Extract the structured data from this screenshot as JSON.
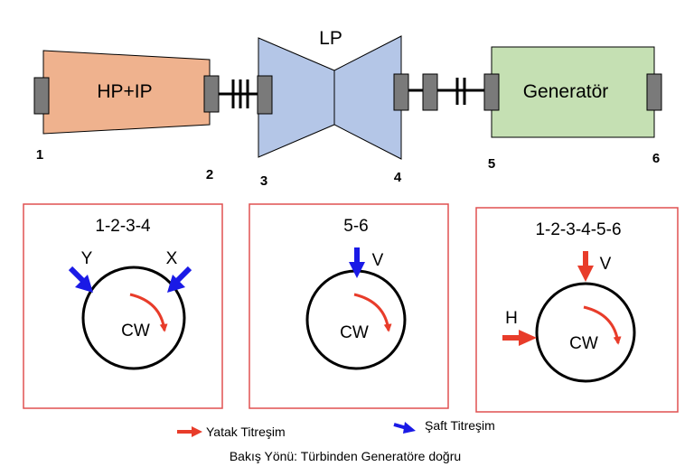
{
  "turbine": {
    "hp_ip_label": "HP+IP",
    "lp_label": "LP",
    "generator_label": "Generatör",
    "bearing_numbers": [
      "1",
      "2",
      "3",
      "4",
      "5",
      "6"
    ]
  },
  "panels": [
    {
      "title": "1-2-3-4",
      "rotation_label": "CW",
      "arrow_labels": [
        "Y",
        "X"
      ],
      "arrow_colors": [
        "#1a1ae6",
        "#1a1ae6"
      ]
    },
    {
      "title": "5-6",
      "rotation_label": "CW",
      "arrow_labels": [
        "V"
      ],
      "arrow_colors": [
        "#1a1ae6"
      ]
    },
    {
      "title": "1-2-3-4-5-6",
      "rotation_label": "CW",
      "arrow_labels": [
        "V",
        "H"
      ],
      "arrow_colors": [
        "#e83c2a",
        "#e83c2a"
      ]
    }
  ],
  "legend": {
    "bearing_label": "Yatak Titreşim",
    "shaft_label": "Şaft Titreşim",
    "view_direction": "Bakış Yönü: Türbinden Generatöre doğru"
  },
  "colors": {
    "hp_ip_fill": "#efb28e",
    "lp_fill": "#b4c6e7",
    "generator_fill": "#c5e0b3",
    "bearing_fill": "#7a7a7a",
    "panel_border": "#e05050",
    "bearing_vibration": "#e83c2a",
    "shaft_vibration": "#1a1ae6"
  }
}
